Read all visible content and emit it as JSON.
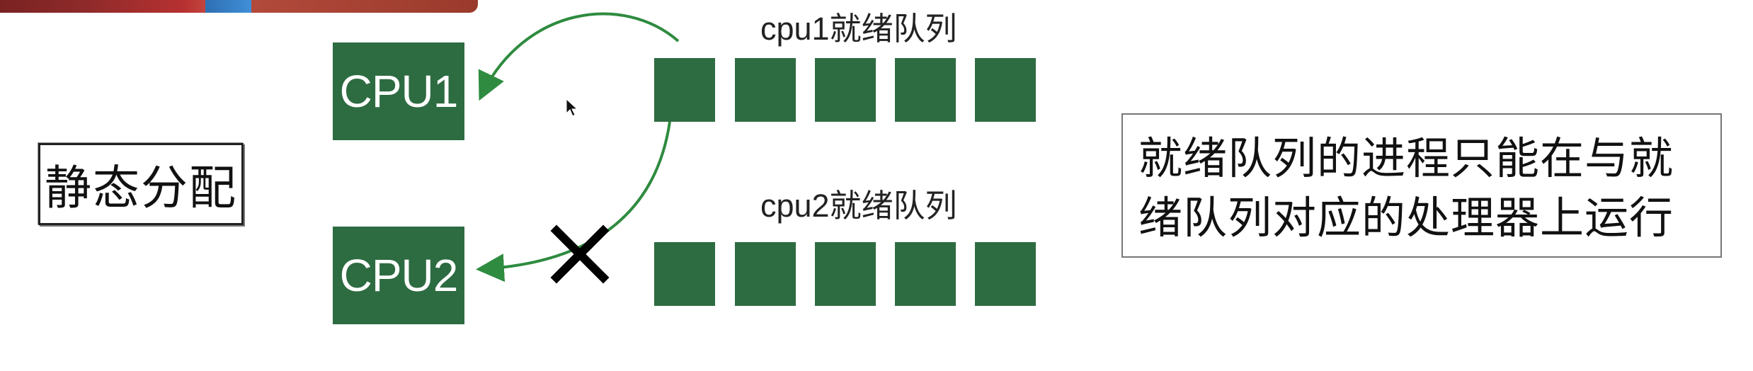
{
  "diagram": {
    "mode_label": "静态分配",
    "processors": [
      {
        "id": "cpu1",
        "label": "CPU1"
      },
      {
        "id": "cpu2",
        "label": "CPU2"
      }
    ],
    "queues": [
      {
        "id": "cpu1-queue",
        "title": "cpu1就绪队列",
        "slots": 5
      },
      {
        "id": "cpu2-queue",
        "title": "cpu2就绪队列",
        "slots": 5
      }
    ],
    "note": "就绪队列的进程只能在与就绪队列对应的处理器上运行",
    "colors": {
      "green": "#2d6b41",
      "arrow": "#2e8b3f",
      "cross": "#000000"
    }
  }
}
